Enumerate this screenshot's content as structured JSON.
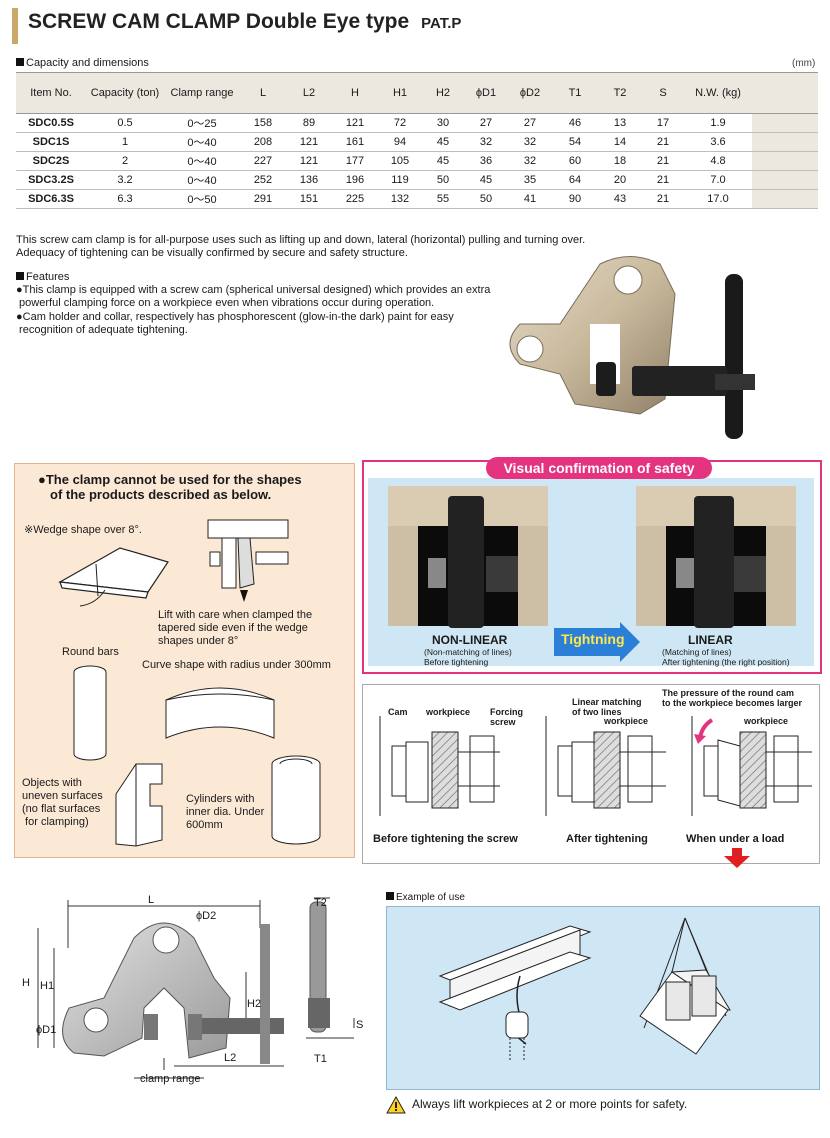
{
  "header": {
    "title": "SCREW CAM CLAMP Double Eye type",
    "pat": "PAT.P"
  },
  "capacity": {
    "label": "Capacity and dimensions",
    "unit": "(mm)",
    "columns": [
      "Item No.",
      "Capacity (ton)",
      "Clamp range",
      "L",
      "L2",
      "H",
      "H1",
      "H2",
      "ϕD1",
      "ϕD2",
      "T1",
      "T2",
      "S",
      "N.W. (kg)"
    ],
    "rows": [
      [
        "SDC0.5S",
        "0.5",
        "0～25",
        "158",
        "89",
        "121",
        "72",
        "30",
        "27",
        "27",
        "46",
        "13",
        "17",
        "1.9"
      ],
      [
        "SDC1S",
        "1",
        "0～40",
        "208",
        "121",
        "161",
        "94",
        "45",
        "32",
        "32",
        "54",
        "14",
        "21",
        "3.6"
      ],
      [
        "SDC2S",
        "2",
        "0～40",
        "227",
        "121",
        "177",
        "105",
        "45",
        "36",
        "32",
        "60",
        "18",
        "21",
        "4.8"
      ],
      [
        "SDC3.2S",
        "3.2",
        "0～40",
        "252",
        "136",
        "196",
        "119",
        "50",
        "45",
        "35",
        "64",
        "20",
        "21",
        "7.0"
      ],
      [
        "SDC6.3S",
        "6.3",
        "0～50",
        "291",
        "151",
        "225",
        "132",
        "55",
        "50",
        "41",
        "90",
        "43",
        "21",
        "17.0"
      ]
    ]
  },
  "intro": {
    "line1": "This screw cam clamp is for all-purpose uses such as lifting up and down, lateral (horizontal) pulling and turning over.",
    "line2": "Adequacy of tightening can be visually confirmed by secure and safety structure."
  },
  "features": {
    "label": "Features",
    "items": [
      [
        "●This clamp is equipped with a screw cam (spherical universal designed) which provides an extra",
        " powerful clamping force on a workpiece even when vibrations occur during operation."
      ],
      [
        "●Cam holder and collar, respectively has phosphorescent (glow-in-the dark) paint for easy",
        " recognition of adequate tightening."
      ]
    ]
  },
  "cannot": {
    "title1": "●The clamp cannot be used for the shapes",
    "title2": "of the products described as below.",
    "wedge": "※Wedge shape over 8°.",
    "lift1": "Lift with care when clamped the",
    "lift2": "tapered side even if the wedge",
    "lift3": "shapes under 8°",
    "round": "Round bars",
    "curve": "Curve shape with radius under 300mm",
    "uneven": [
      "Objects with",
      "uneven surfaces",
      "(no flat surfaces",
      " for clamping)"
    ],
    "cyl": [
      "Cylinders with",
      "inner dia. Under",
      "600mm"
    ]
  },
  "visual": {
    "title": "Visual confirmation of safety",
    "nonlinear": "NON-LINEAR",
    "nonlinear_sub1": "(Non-matching of lines)",
    "nonlinear_sub2": "Before tightening",
    "tightning": "Tightning",
    "linear": "LINEAR",
    "linear_sub1": "(Matching of lines)",
    "linear_sub2": "After tightening (the right position)"
  },
  "diagram": {
    "cam": "Cam",
    "workpiece": "workpiece",
    "forcing": [
      "Forcing",
      "screw"
    ],
    "linear_match": [
      "Linear matching",
      "of two lines"
    ],
    "workpiece2": "workpiece",
    "pressure": [
      "The pressure of the round cam",
      "to the workpiece becomes larger"
    ],
    "workpiece3": "workpiece",
    "cap1": "Before tightening the screw",
    "cap2": "After tightening",
    "cap3": "When under a load"
  },
  "dims": {
    "L": "L",
    "D2": "ϕD2",
    "H": "H",
    "H1": "H1",
    "H2": "H2",
    "D1": "ϕD1",
    "L2": "L2",
    "clamp_range": "clamp range",
    "T2": "T2",
    "T1": "T1",
    "S": "S"
  },
  "example": {
    "label": "Example of use",
    "warning": "Always lift workpieces at 2 or more points for safety."
  },
  "colors": {
    "accent_pink": "#e4337f",
    "light_blue": "#cfe7f4",
    "beige": "#fbe9d6",
    "arrow_red": "#e02020",
    "arrow_blue": "#2b7fd6"
  }
}
